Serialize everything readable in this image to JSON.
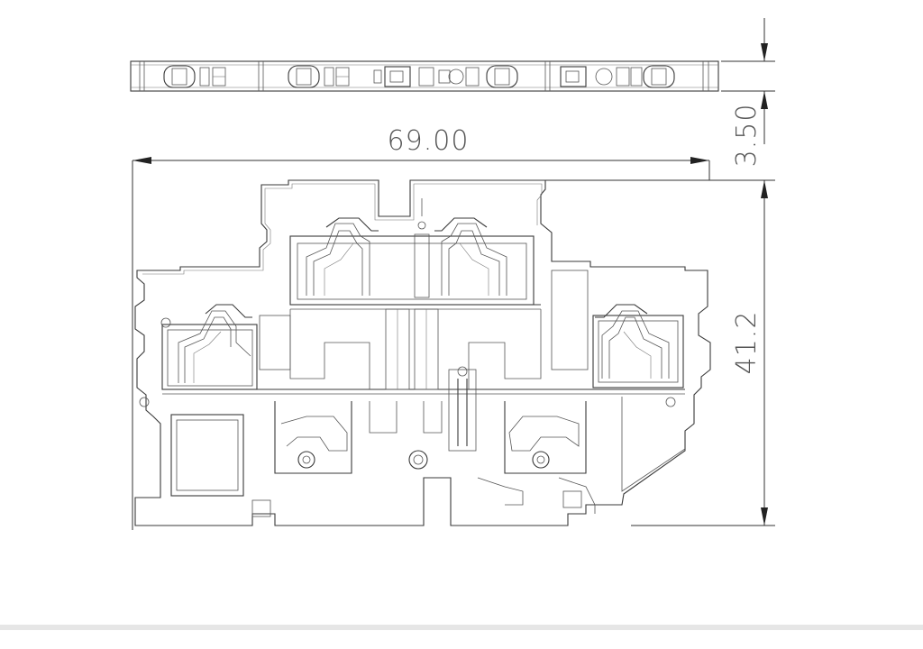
{
  "dimensions": {
    "width_label": "69.00",
    "gap_label": "3.50",
    "height_label": "41.2"
  },
  "colors": {
    "line": "#3a3a3a",
    "background": "#ffffff",
    "divider": "#e6e6e6"
  }
}
